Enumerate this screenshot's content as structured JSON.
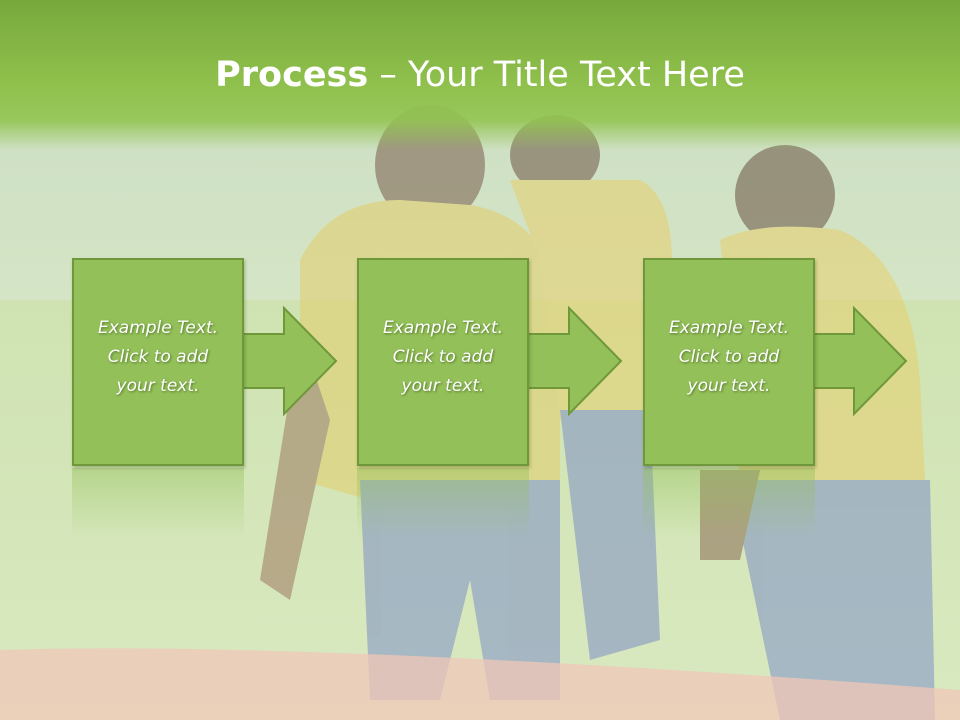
{
  "slide": {
    "title_bold": "Process",
    "title_rest": " – Your Title Text Here"
  },
  "steps": [
    {
      "text": "Example Text.\nClick  to add\nyour text."
    },
    {
      "text": "Example Text.\nClick  to add\nyour text."
    },
    {
      "text": "Example Text.\nClick  to add\nyour text."
    }
  ],
  "colors": {
    "title_band": "#8fc04c",
    "box_fill": "#93c058",
    "box_border": "#6f983a",
    "text": "#ffffff"
  }
}
